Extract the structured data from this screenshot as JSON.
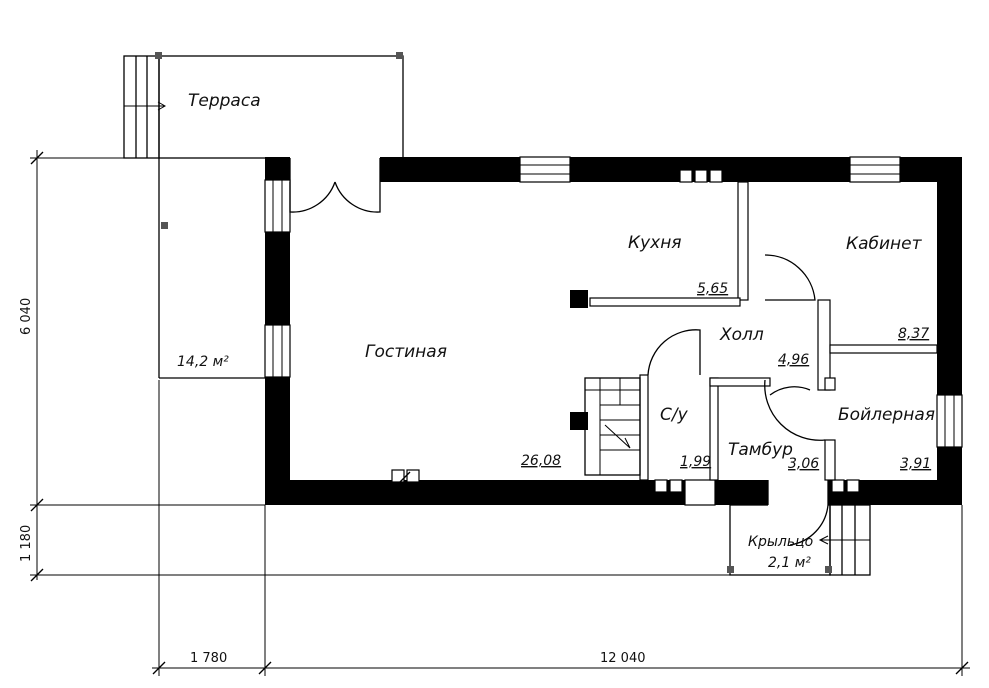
{
  "rooms": {
    "terrace": "Терраса",
    "terrace_area": "14,2 м²",
    "kitchen": "Кухня",
    "kitchen_area": "5,65",
    "study": "Кабинет",
    "study_area": "8,37",
    "hall": "Холл",
    "hall_area": "4,96",
    "living": "Гостиная",
    "living_area": "26,08",
    "wc": "С/у",
    "wc_area": "1,99",
    "vestibule": "Тамбур",
    "vestibule_area": "3,06",
    "boiler": "Бойлерная",
    "boiler_area": "3,91",
    "porch": "Крыльцо",
    "porch_area": "2,1 м²"
  },
  "dimensions": {
    "height_main": "6 040",
    "height_porch": "1 180",
    "width_terrace": "1 780",
    "width_main": "12 040"
  }
}
